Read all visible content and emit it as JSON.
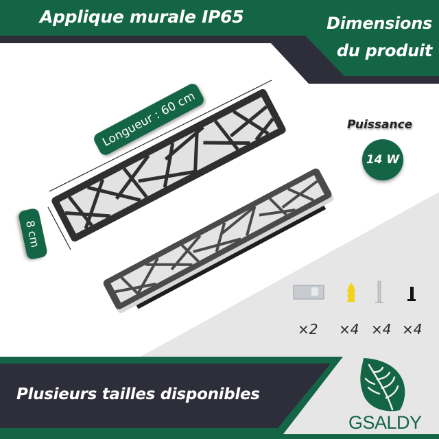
{
  "header": {
    "title": "Applique murale IP65",
    "dimensions_title_line1": "Dimensions",
    "dimensions_title_line2": "du produit"
  },
  "product": {
    "length_label": "Longueur : 60 cm",
    "width_label": "8 cm",
    "power_label": "Puissance",
    "power_value": "14 W"
  },
  "accessories": [
    {
      "icon": "wall-bracket-icon",
      "count": "×2"
    },
    {
      "icon": "wall-plug-icon",
      "count": "×4"
    },
    {
      "icon": "screw-icon",
      "count": "×4"
    },
    {
      "icon": "bolt-icon",
      "count": "×4"
    }
  ],
  "footer": {
    "tagline": "Plusieurs tailles disponibles",
    "brand": "GSALDY"
  },
  "colors": {
    "brand_green": "#146446",
    "dark_band": "#2e2e3a",
    "light_gray_bg": "#e6e6e6",
    "white": "#ffffff"
  }
}
